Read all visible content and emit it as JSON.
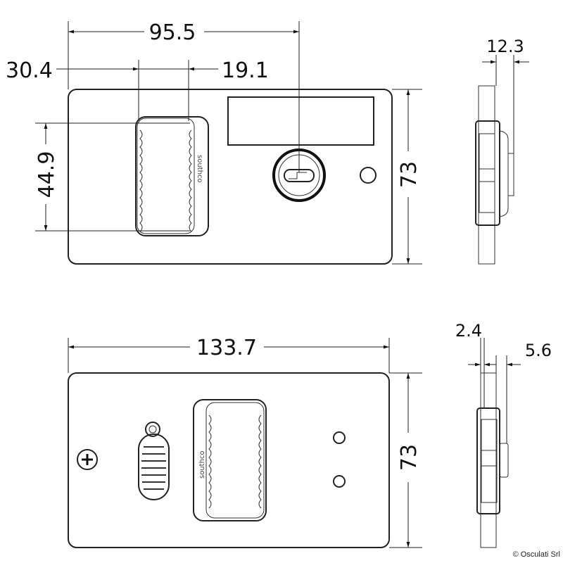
{
  "dimensions": {
    "top_width": "95.5",
    "top_offset_left": "30.4",
    "top_handle_width": "19.1",
    "top_handle_height": "44.9",
    "top_height": "73",
    "top_side_depth": "12.3",
    "bottom_width": "133.7",
    "bottom_height": "73",
    "bottom_side_plate": "2.4",
    "bottom_side_depth": "5.6"
  },
  "brand": {
    "top": "southco",
    "bottom": "southco"
  },
  "copyright": "© Osculati Srl"
}
